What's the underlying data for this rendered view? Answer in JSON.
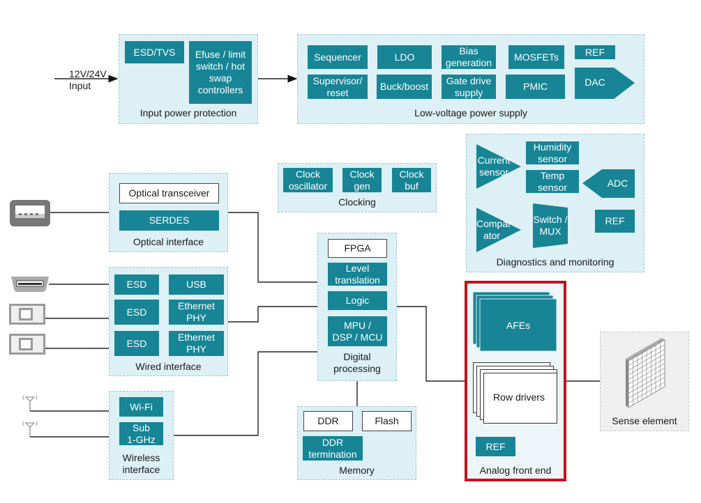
{
  "colors": {
    "block": "#178595",
    "group_bg": "#dcf0f5",
    "highlight": "#c3121c",
    "connector": "#4a4a4a"
  },
  "input": {
    "line1": "12V/24V",
    "line2": "Input"
  },
  "input_protection": {
    "label": "Input power protection",
    "blocks": [
      "ESD/TVS",
      "Efuse / limit\nswitch / hot\nswap\ncontrollers"
    ]
  },
  "lv_supply": {
    "label": "Low-voltage power supply",
    "blocks": {
      "sequencer": "Sequencer",
      "ldo": "LDO",
      "bias": "Bias\ngeneration",
      "mosfets": "MOSFETs",
      "ref": "REF",
      "supervisor": "Supervisor/\nreset",
      "buck": "Buck/boost",
      "gate": "Gate drive\nsupply",
      "pmic": "PMIC",
      "dac": "DAC"
    }
  },
  "diagnostics": {
    "label": "Diagnostics and monitoring",
    "blocks": {
      "current": "Current\nsensor",
      "humidity": "Humidity\nsensor",
      "temp": "Temp\nsensor",
      "adc": "ADC",
      "comparator": "Compar\nator",
      "mux": "Switch /\nMUX",
      "ref": "REF"
    }
  },
  "clocking": {
    "label": "Clocking",
    "blocks": [
      "Clock\noscillator",
      "Clock\ngen",
      "Clock\nbuf"
    ]
  },
  "optical": {
    "label": "Optical interface",
    "blocks": [
      "Optical transceiver",
      "SERDES"
    ]
  },
  "wired": {
    "label": "Wired interface",
    "blocks": [
      "ESD",
      "USB",
      "ESD",
      "Ethernet\nPHY",
      "ESD",
      "Ethernet\nPHY"
    ]
  },
  "wireless": {
    "label": "Wireless\ninterface",
    "blocks": [
      "Wi-Fi",
      "Sub\n1-GHz"
    ]
  },
  "digital": {
    "label": "Digital\nprocessing",
    "blocks": [
      "FPGA",
      "Level\ntranslation",
      "Logic",
      "MPU /\nDSP / MCU"
    ]
  },
  "memory": {
    "label": "Memory",
    "blocks": [
      "DDR",
      "Flash",
      "DDR\ntermination"
    ]
  },
  "afe": {
    "label": "Analog front end",
    "blocks": [
      "AFEs",
      "Row drivers",
      "REF"
    ]
  },
  "sense": {
    "label": "Sense element"
  }
}
